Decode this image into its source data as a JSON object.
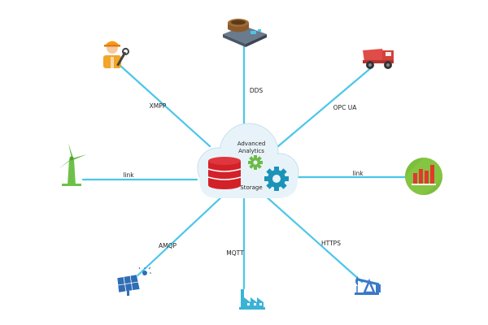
{
  "center": {
    "analytics_line1": "Advanced",
    "analytics_line2": "Analytics",
    "storage": "Storage"
  },
  "connections": {
    "xmpp": "XMPP",
    "dds": "DDS",
    "opc_ua": "OPC UA",
    "link_left": "link",
    "link_right": "link",
    "amqp": "AMQP",
    "mqtt": "MQTT",
    "https": "HTTPS"
  },
  "colors": {
    "line": "#4bc6ea",
    "cloud": "#e8f3f9",
    "cloud_outline": "#c4e1ee",
    "database": "#d32129",
    "gear_green": "#6cbb47",
    "gear_teal": "#1b93b8",
    "blue_icon": "#3a79c6",
    "chart_green": "#7dbf3c",
    "truck_red": "#e04c47"
  },
  "icons": {
    "top_left": "engineer-icon",
    "top": "factory-machine-icon",
    "top_right": "dump-truck-icon",
    "left": "wind-turbine-icon",
    "right": "bar-chart-icon",
    "bottom_left": "solar-panel-icon",
    "bottom": "factory-icon",
    "bottom_right": "oil-pump-icon"
  }
}
